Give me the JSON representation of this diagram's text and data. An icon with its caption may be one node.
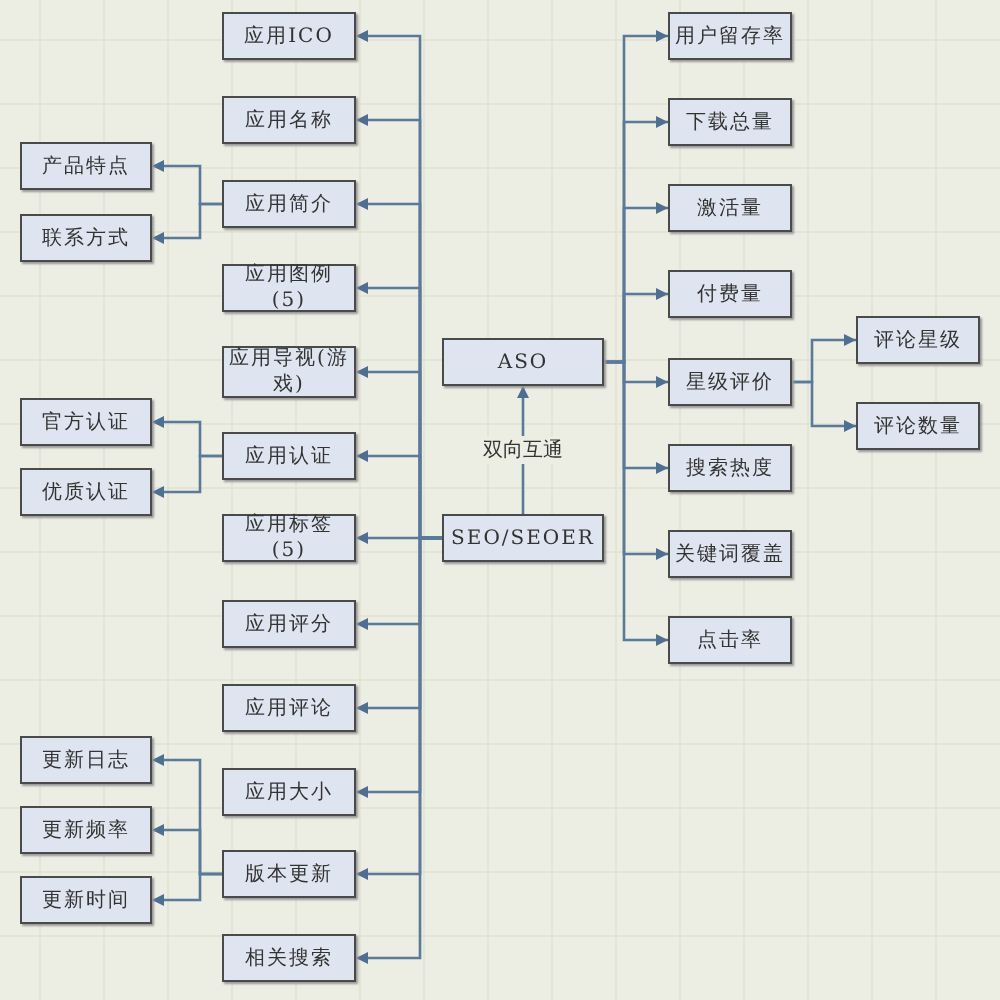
{
  "diagram": {
    "nodes": [
      {
        "text": [
          "ASO"
        ]
      },
      {
        "text": [
          "SEO/SEOER"
        ]
      },
      {
        "text": [
          "应用ICO"
        ]
      },
      {
        "text": [
          "应用名称"
        ]
      },
      {
        "text": [
          "应用简介"
        ]
      },
      {
        "text": [
          "应用图例(5)"
        ]
      },
      {
        "text": [
          "应用导视(游戏)"
        ]
      },
      {
        "text": [
          "应用认证"
        ]
      },
      {
        "text": [
          "应用标签(5)"
        ]
      },
      {
        "text": [
          "应用评分"
        ]
      },
      {
        "text": [
          "应用评论"
        ]
      },
      {
        "text": [
          "应用大小"
        ]
      },
      {
        "text": [
          "版本更新"
        ]
      },
      {
        "text": [
          "相关搜索"
        ]
      },
      {
        "text": [
          "产品特点"
        ]
      },
      {
        "text": [
          "联系方式"
        ]
      },
      {
        "text": [
          "官方认证"
        ]
      },
      {
        "text": [
          "优质认证"
        ]
      },
      {
        "text": [
          "更新日志"
        ]
      },
      {
        "text": [
          "更新频率"
        ]
      },
      {
        "text": [
          "更新时间"
        ]
      },
      {
        "text": [
          "用户留存率"
        ]
      },
      {
        "text": [
          "下载总量"
        ]
      },
      {
        "text": [
          "激活量"
        ]
      },
      {
        "text": [
          "付费量"
        ]
      },
      {
        "text": [
          "星级评价"
        ]
      },
      {
        "text": [
          "搜索热度"
        ]
      },
      {
        "text": [
          "关键词覆盖"
        ]
      },
      {
        "text": [
          "点击率"
        ]
      },
      {
        "text": [
          "评论星级"
        ]
      },
      {
        "text": [
          "评论数量"
        ]
      }
    ],
    "edges": [
      {
        "from": 1,
        "to": 0,
        "arrow": "to",
        "label": "双向互通"
      },
      {
        "from": 1,
        "to": 2,
        "arrow": "to"
      },
      {
        "from": 1,
        "to": 3,
        "arrow": "to"
      },
      {
        "from": 1,
        "to": 4,
        "arrow": "to"
      },
      {
        "from": 1,
        "to": 5,
        "arrow": "to"
      },
      {
        "from": 1,
        "to": 6,
        "arrow": "to"
      },
      {
        "from": 1,
        "to": 7,
        "arrow": "to"
      },
      {
        "from": 1,
        "to": 8,
        "arrow": "to"
      },
      {
        "from": 1,
        "to": 9,
        "arrow": "to"
      },
      {
        "from": 1,
        "to": 10,
        "arrow": "to"
      },
      {
        "from": 1,
        "to": 11,
        "arrow": "to"
      },
      {
        "from": 1,
        "to": 12,
        "arrow": "to"
      },
      {
        "from": 1,
        "to": 13,
        "arrow": "to"
      },
      {
        "from": 4,
        "to": 14,
        "arrow": "to"
      },
      {
        "from": 4,
        "to": 15,
        "arrow": "to"
      },
      {
        "from": 7,
        "to": 16,
        "arrow": "to"
      },
      {
        "from": 7,
        "to": 17,
        "arrow": "to"
      },
      {
        "from": 12,
        "to": 18,
        "arrow": "to"
      },
      {
        "from": 12,
        "to": 19,
        "arrow": "to"
      },
      {
        "from": 12,
        "to": 20,
        "arrow": "to"
      },
      {
        "from": 0,
        "to": 21,
        "arrow": "to"
      },
      {
        "from": 0,
        "to": 22,
        "arrow": "to"
      },
      {
        "from": 0,
        "to": 23,
        "arrow": "to"
      },
      {
        "from": 0,
        "to": 24,
        "arrow": "to"
      },
      {
        "from": 0,
        "to": 25,
        "arrow": "to"
      },
      {
        "from": 0,
        "to": 26,
        "arrow": "to"
      },
      {
        "from": 0,
        "to": 27,
        "arrow": "to"
      },
      {
        "from": 0,
        "to": 28,
        "arrow": "to"
      },
      {
        "from": 25,
        "to": 29,
        "arrow": "to"
      },
      {
        "from": 25,
        "to": 30,
        "arrow": "to"
      }
    ]
  }
}
